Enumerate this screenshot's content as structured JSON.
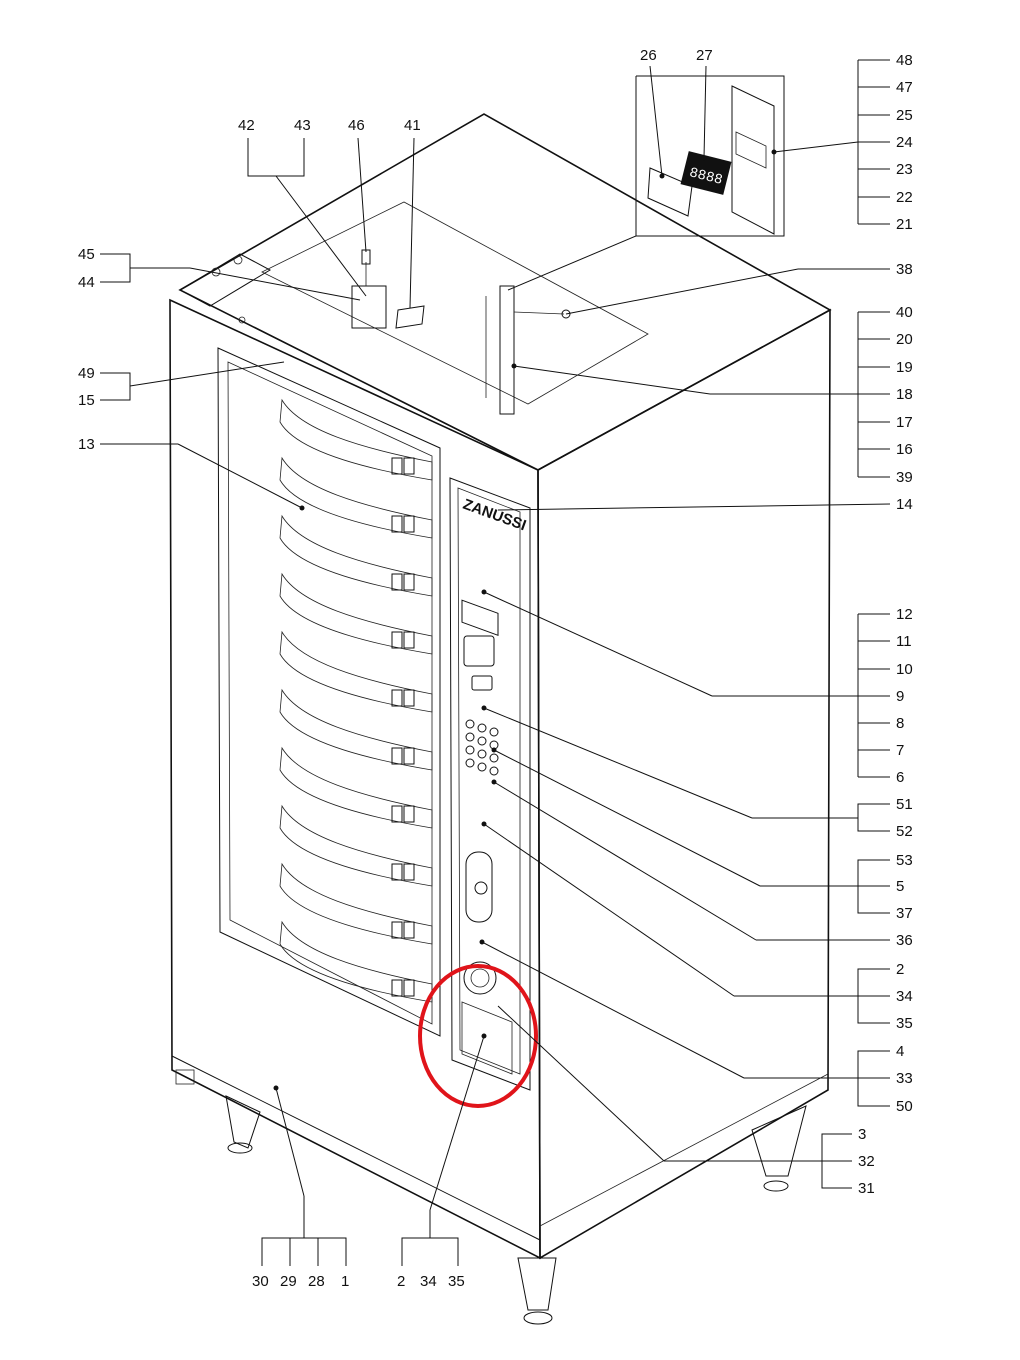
{
  "callouts": {
    "top_center": [
      "42",
      "43",
      "46",
      "41"
    ],
    "top_pair": [
      "26",
      "27"
    ],
    "right_top": [
      "48",
      "47",
      "25",
      "24",
      "23",
      "22",
      "21"
    ],
    "right_38": "38",
    "right_mid1": [
      "40",
      "20",
      "19",
      "18",
      "17",
      "16",
      "39"
    ],
    "right_14": "14",
    "right_mid2": [
      "12",
      "11",
      "10",
      "9",
      "8",
      "7",
      "6"
    ],
    "right_51_52": [
      "51",
      "52"
    ],
    "right_53_5_37": [
      "53",
      "5",
      "37"
    ],
    "right_36": "36",
    "right_2_34_35": [
      "2",
      "34",
      "35"
    ],
    "right_4_33_50": [
      "4",
      "33",
      "50"
    ],
    "right_3_32_31": [
      "3",
      "32",
      "31"
    ],
    "left_45_44": [
      "45",
      "44"
    ],
    "left_49_15": [
      "49",
      "15"
    ],
    "left_13": "13",
    "bottom_left": [
      "30",
      "29",
      "28",
      "1"
    ],
    "bottom_mid": [
      "2",
      "34",
      "35"
    ]
  },
  "display": {
    "readout": "8888"
  },
  "brand": {
    "logo": "ZANUSSI"
  },
  "highlight": {
    "color": "#e0141a"
  }
}
